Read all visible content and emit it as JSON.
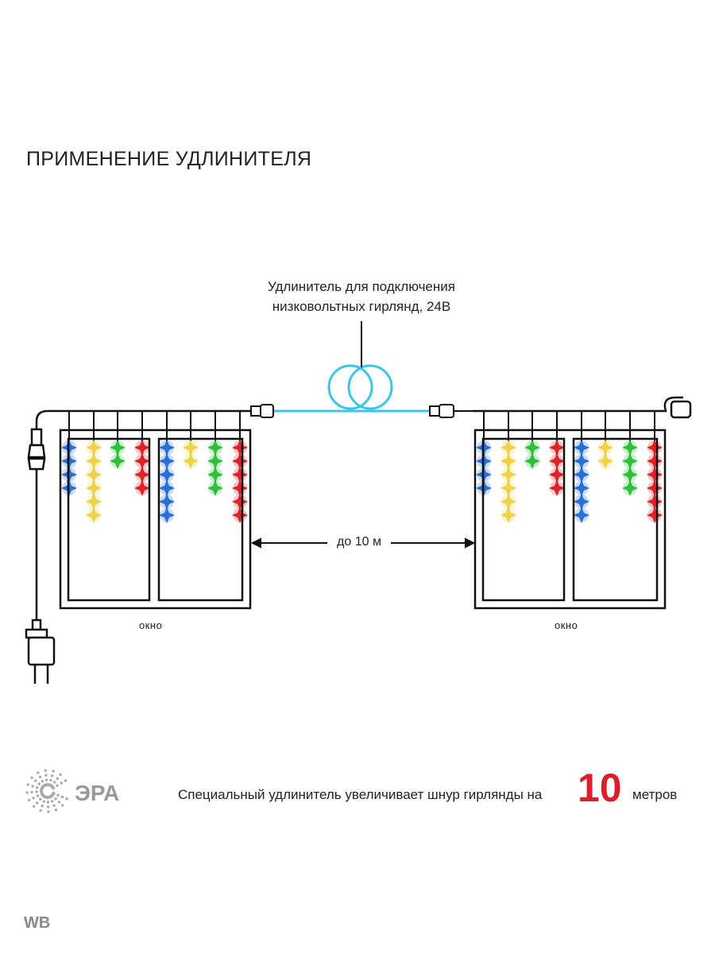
{
  "title": "ПРИМЕНЕНИЕ УДЛИНИТЕЛЯ",
  "callout": {
    "line1": "Удлинитель для подключения",
    "line2": "низковольтных гирлянд, 24В"
  },
  "distance": "до 10 м",
  "windows": [
    {
      "label": "окно"
    },
    {
      "label": "окно"
    }
  ],
  "strings": [
    {
      "color": "blue",
      "count": 4
    },
    {
      "color": "yellow",
      "count": 6
    },
    {
      "color": "green",
      "count": 2
    },
    {
      "color": "red",
      "count": 4
    },
    {
      "color": "blue",
      "count": 6
    },
    {
      "color": "yellow",
      "count": 2
    },
    {
      "color": "green",
      "count": 4
    },
    {
      "color": "red",
      "count": 6
    }
  ],
  "colors": {
    "blue": "#2a6fd6",
    "yellow": "#f0d24a",
    "green": "#2fbf3a",
    "red": "#d9252a",
    "extension": "#3fc4e6",
    "accent": "#d9202a"
  },
  "bottom": {
    "text": "Специальный удлинитель увеличивает шнур гирлянды на",
    "number": "10",
    "unit": "метров"
  },
  "logo": {
    "text": "ЭРА"
  },
  "watermark": "WB"
}
